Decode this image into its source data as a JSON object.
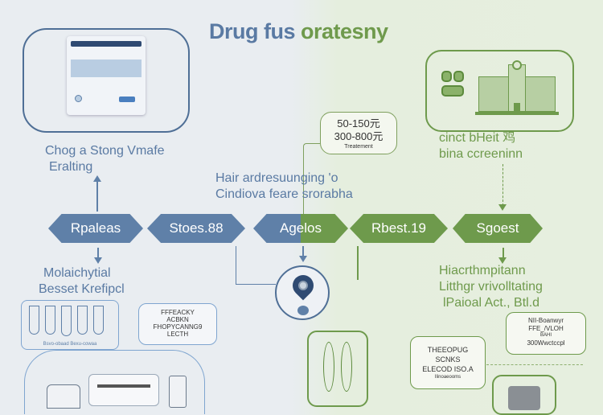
{
  "title": {
    "part1": "Drug fus",
    "part2": "oratesny"
  },
  "left_top_label": {
    "line1": "Chog a Stong Vmafe",
    "line2": "Eralting"
  },
  "price_box": {
    "line1": "50-150元",
    "line2": "300-800元",
    "line3": "Treatement"
  },
  "center_label": {
    "line1": "Hair ardresuunging 'o",
    "line2": "Cindiova feare srorabha"
  },
  "right_top_label": {
    "line1": "cinct bHeit 鸡",
    "line2": "bina ccreeninn"
  },
  "steps": [
    {
      "label": "Rpaleas"
    },
    {
      "label": "Stoes.88"
    },
    {
      "label": "Agelos"
    },
    {
      "label": "Rbest.19"
    },
    {
      "label": "Sgoest"
    }
  ],
  "left_bottom_label": {
    "line1": "Molaichytial",
    "line2": "Besset Krefipcl"
  },
  "right_bottom_label": {
    "line1": "Hiacrthmpitann",
    "line2": "Litthgr vrivolltating",
    "line3": "lPaioal Act., Btl.d"
  },
  "tube_caption": "Bsvo-obaad  Bexu-cowaa",
  "left_card": {
    "line1": "FFFEACKY",
    "line2": "ACBKN",
    "line3": "FHOPYCANNG9",
    "line4": "LECTH"
  },
  "mid_card": {
    "line1": "THEEOPUG",
    "line2": "SCNKS",
    "line3": "ELECOD ISO.A",
    "line4": "Ilinoaeooms"
  },
  "right_card": {
    "line1": "NII-Boanwyr",
    "line2": "FFE_/VLOH",
    "line3": "BAHI",
    "line4": "300Wwctccpl"
  },
  "colors": {
    "blue": "#5f80a8",
    "green": "#6e9a4c"
  }
}
